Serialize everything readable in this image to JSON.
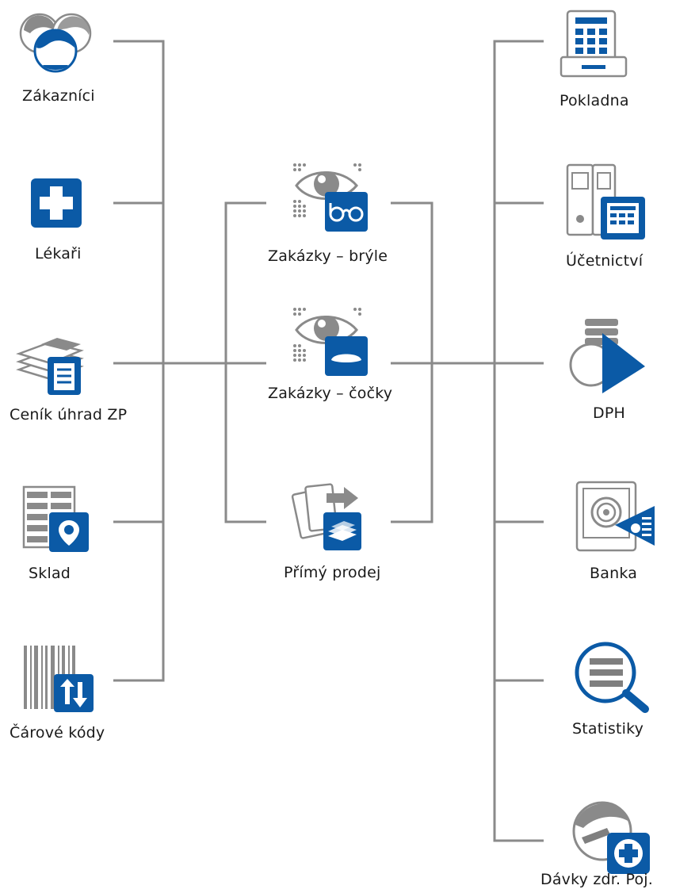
{
  "colors": {
    "accent": "#0b5aa6",
    "line": "#8a8a8a",
    "icon_gray": "#7f7f7f",
    "text": "#1a1a1a"
  },
  "left": {
    "zakaznici": {
      "label": "Zákazníci",
      "icon": "customers-icon"
    },
    "lekari": {
      "label": "Lékaři",
      "icon": "medical-cross-icon"
    },
    "cenik": {
      "label": "Ceník úhrad ZP",
      "icon": "price-list-icon"
    },
    "sklad": {
      "label": "Sklad",
      "icon": "warehouse-location-icon"
    },
    "carove_kody": {
      "label": "Čárové kódy",
      "icon": "barcode-icon"
    }
  },
  "center": {
    "bryle": {
      "label": "Zakázky – brýle",
      "icon": "eye-glasses-icon"
    },
    "cocky": {
      "label": "Zakázky – čočky",
      "icon": "eye-lens-icon"
    },
    "prodej": {
      "label": "Přímý prodej",
      "icon": "direct-sale-icon"
    }
  },
  "right": {
    "pokladna": {
      "label": "Pokladna",
      "icon": "cash-register-icon"
    },
    "ucetnictvi": {
      "label": "Účetnictví",
      "icon": "accounting-binders-icon"
    },
    "dph": {
      "label": "DPH",
      "icon": "vat-coins-icon"
    },
    "banka": {
      "label": "Banka",
      "icon": "bank-safe-icon"
    },
    "statistiky": {
      "label": "Statistiky",
      "icon": "statistics-magnifier-icon"
    },
    "davky": {
      "label": "Dávky zdr. Poj.",
      "icon": "health-insurance-icon"
    }
  }
}
